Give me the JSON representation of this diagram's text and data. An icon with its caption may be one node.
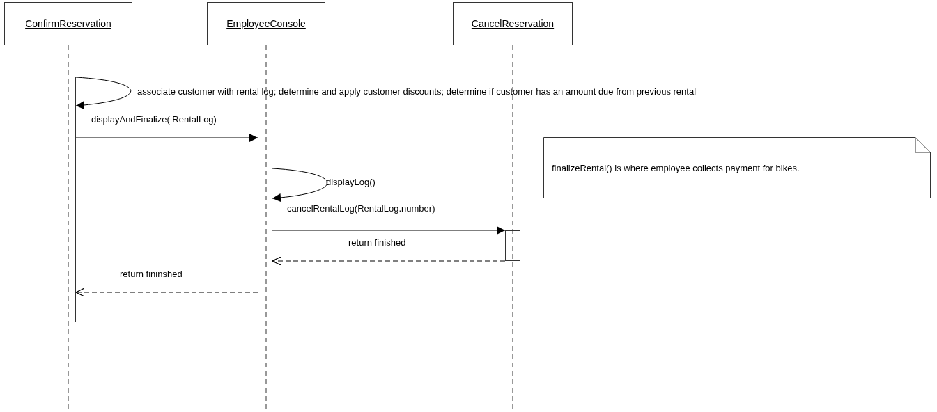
{
  "diagram": {
    "nodes": [
      {
        "text": [
          "ConfirmReservation"
        ]
      },
      {
        "text": [
          "EmployeeConsole"
        ]
      },
      {
        "text": [
          "CancelReservation"
        ]
      },
      {
        "text": [],
        "shape": "bar"
      },
      {
        "text": [],
        "shape": "bar"
      },
      {
        "text": [],
        "shape": "bar"
      },
      {
        "text": [
          "finalizeRental() is where employee collects payment for bikes."
        ]
      }
    ],
    "edges": [
      {
        "from": 3,
        "to": 3,
        "arrow": "to",
        "label": "associate customer with rental log; determine and apply customer discounts; determine if customer has an amount due from previous rental"
      },
      {
        "from": 3,
        "to": 4,
        "arrow": "to",
        "label": "displayAndFinalize( RentalLog)"
      },
      {
        "from": 4,
        "to": 4,
        "arrow": "to",
        "label": "displayLog()"
      },
      {
        "from": 4,
        "to": 5,
        "arrow": "to",
        "label": "cancelRentalLog(RentalLog.number)"
      },
      {
        "from": 5,
        "to": 4,
        "arrow": "to",
        "label": "return finished",
        "style": "dashed"
      },
      {
        "from": 4,
        "to": 3,
        "arrow": "to",
        "label": "return fininshed",
        "style": "dashed"
      }
    ]
  }
}
